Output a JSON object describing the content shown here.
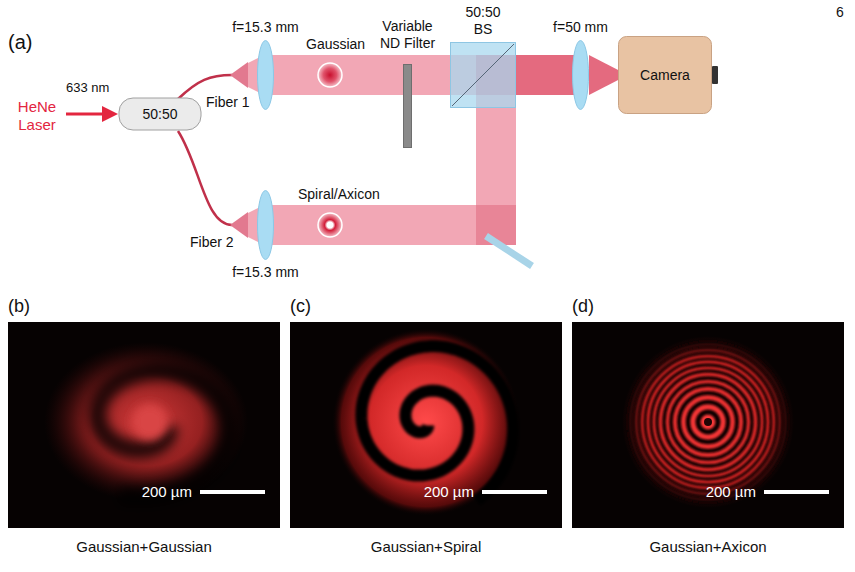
{
  "diagram": {
    "nodes": [
      {
        "text": [
          "50:50"
        ]
      },
      {
        "text": [
          "f=15.3 mm"
        ]
      },
      {
        "text": [
          "Variable ND Filter"
        ]
      },
      {
        "text": [
          "50:50 BS"
        ]
      },
      {
        "text": [
          "f=50 mm"
        ]
      },
      {
        "text": [
          "Camera"
        ]
      },
      {
        "text": [
          "f=15.3 mm"
        ]
      },
      {
        "text": [
          "(b)",
          "200 µm",
          "Gaussian+Gaussian"
        ]
      },
      {
        "text": [
          "(c)",
          "200 µm",
          "Gaussian+Spiral"
        ]
      },
      {
        "text": [
          "(d)",
          "200 µm",
          "Gaussian+Axicon"
        ]
      }
    ],
    "labels": [
      "6",
      "(a)",
      "HeNe Laser",
      "633 nm",
      "Fiber 1",
      "Fiber 2",
      "Gaussian",
      "Spiral/Axicon"
    ]
  }
}
